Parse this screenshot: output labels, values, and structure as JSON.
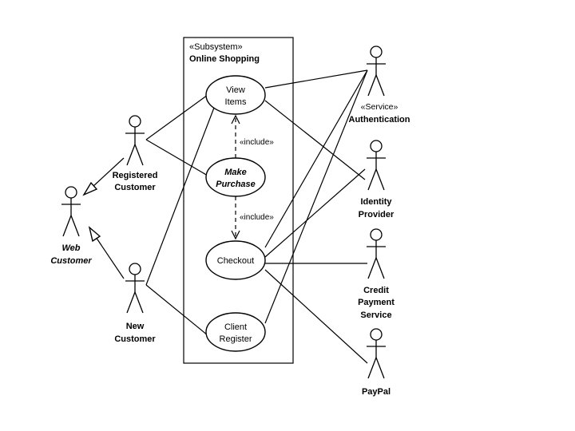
{
  "subsystem": {
    "stereotype": "«Subsystem»",
    "name": "Online Shopping"
  },
  "use_cases": {
    "view_items": [
      "View",
      "Items"
    ],
    "make_purchase": [
      "Make",
      "Purchase"
    ],
    "checkout": [
      "Checkout"
    ],
    "client_register": [
      "Client",
      "Register"
    ]
  },
  "include_labels": {
    "upper": "«include»",
    "lower": "«include»"
  },
  "actors": {
    "registered_customer": [
      "Registered",
      "Customer"
    ],
    "web_customer": [
      "Web",
      "Customer"
    ],
    "new_customer": [
      "New",
      "Customer"
    ],
    "authentication": [
      "«Service»",
      "Authentication"
    ],
    "identity_provider": [
      "Identity",
      "Provider"
    ],
    "credit_payment_service": [
      "Credit",
      "Payment",
      "Service"
    ],
    "paypal": [
      "PayPal"
    ]
  }
}
